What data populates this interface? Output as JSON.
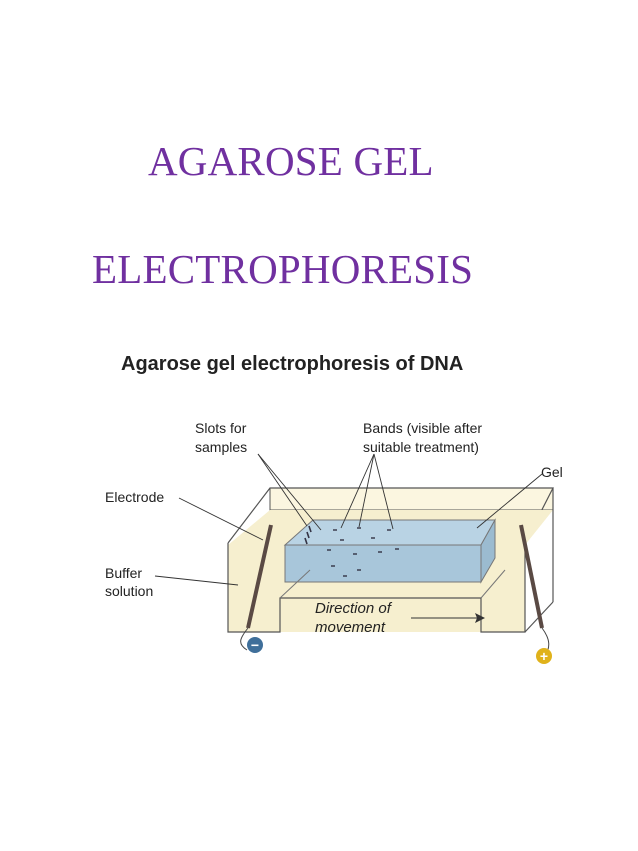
{
  "document": {
    "title_line_1": "AGAROSE GEL",
    "title_line_2": "ELECTROPHORESIS"
  },
  "figure": {
    "heading": "Agarose gel electrophoresis of DNA",
    "labels": {
      "slots_line_1": "Slots for",
      "slots_line_2": "samples",
      "bands_line_1": "Bands (visible after",
      "bands_line_2": "suitable treatment)",
      "gel": "Gel",
      "electrode": "Electrode",
      "buffer_line_1": "Buffer",
      "buffer_line_2": "solution",
      "direction_line_1": "Direction of",
      "direction_line_2": "movement"
    },
    "terminals": {
      "negative": "−",
      "positive": "+"
    },
    "colors": {
      "title": "#7030a0",
      "buffer": "#f6efcf",
      "gel": "#b9d3e4",
      "negative_terminal": "#3f6f9a",
      "positive_terminal": "#e0b21b"
    }
  }
}
